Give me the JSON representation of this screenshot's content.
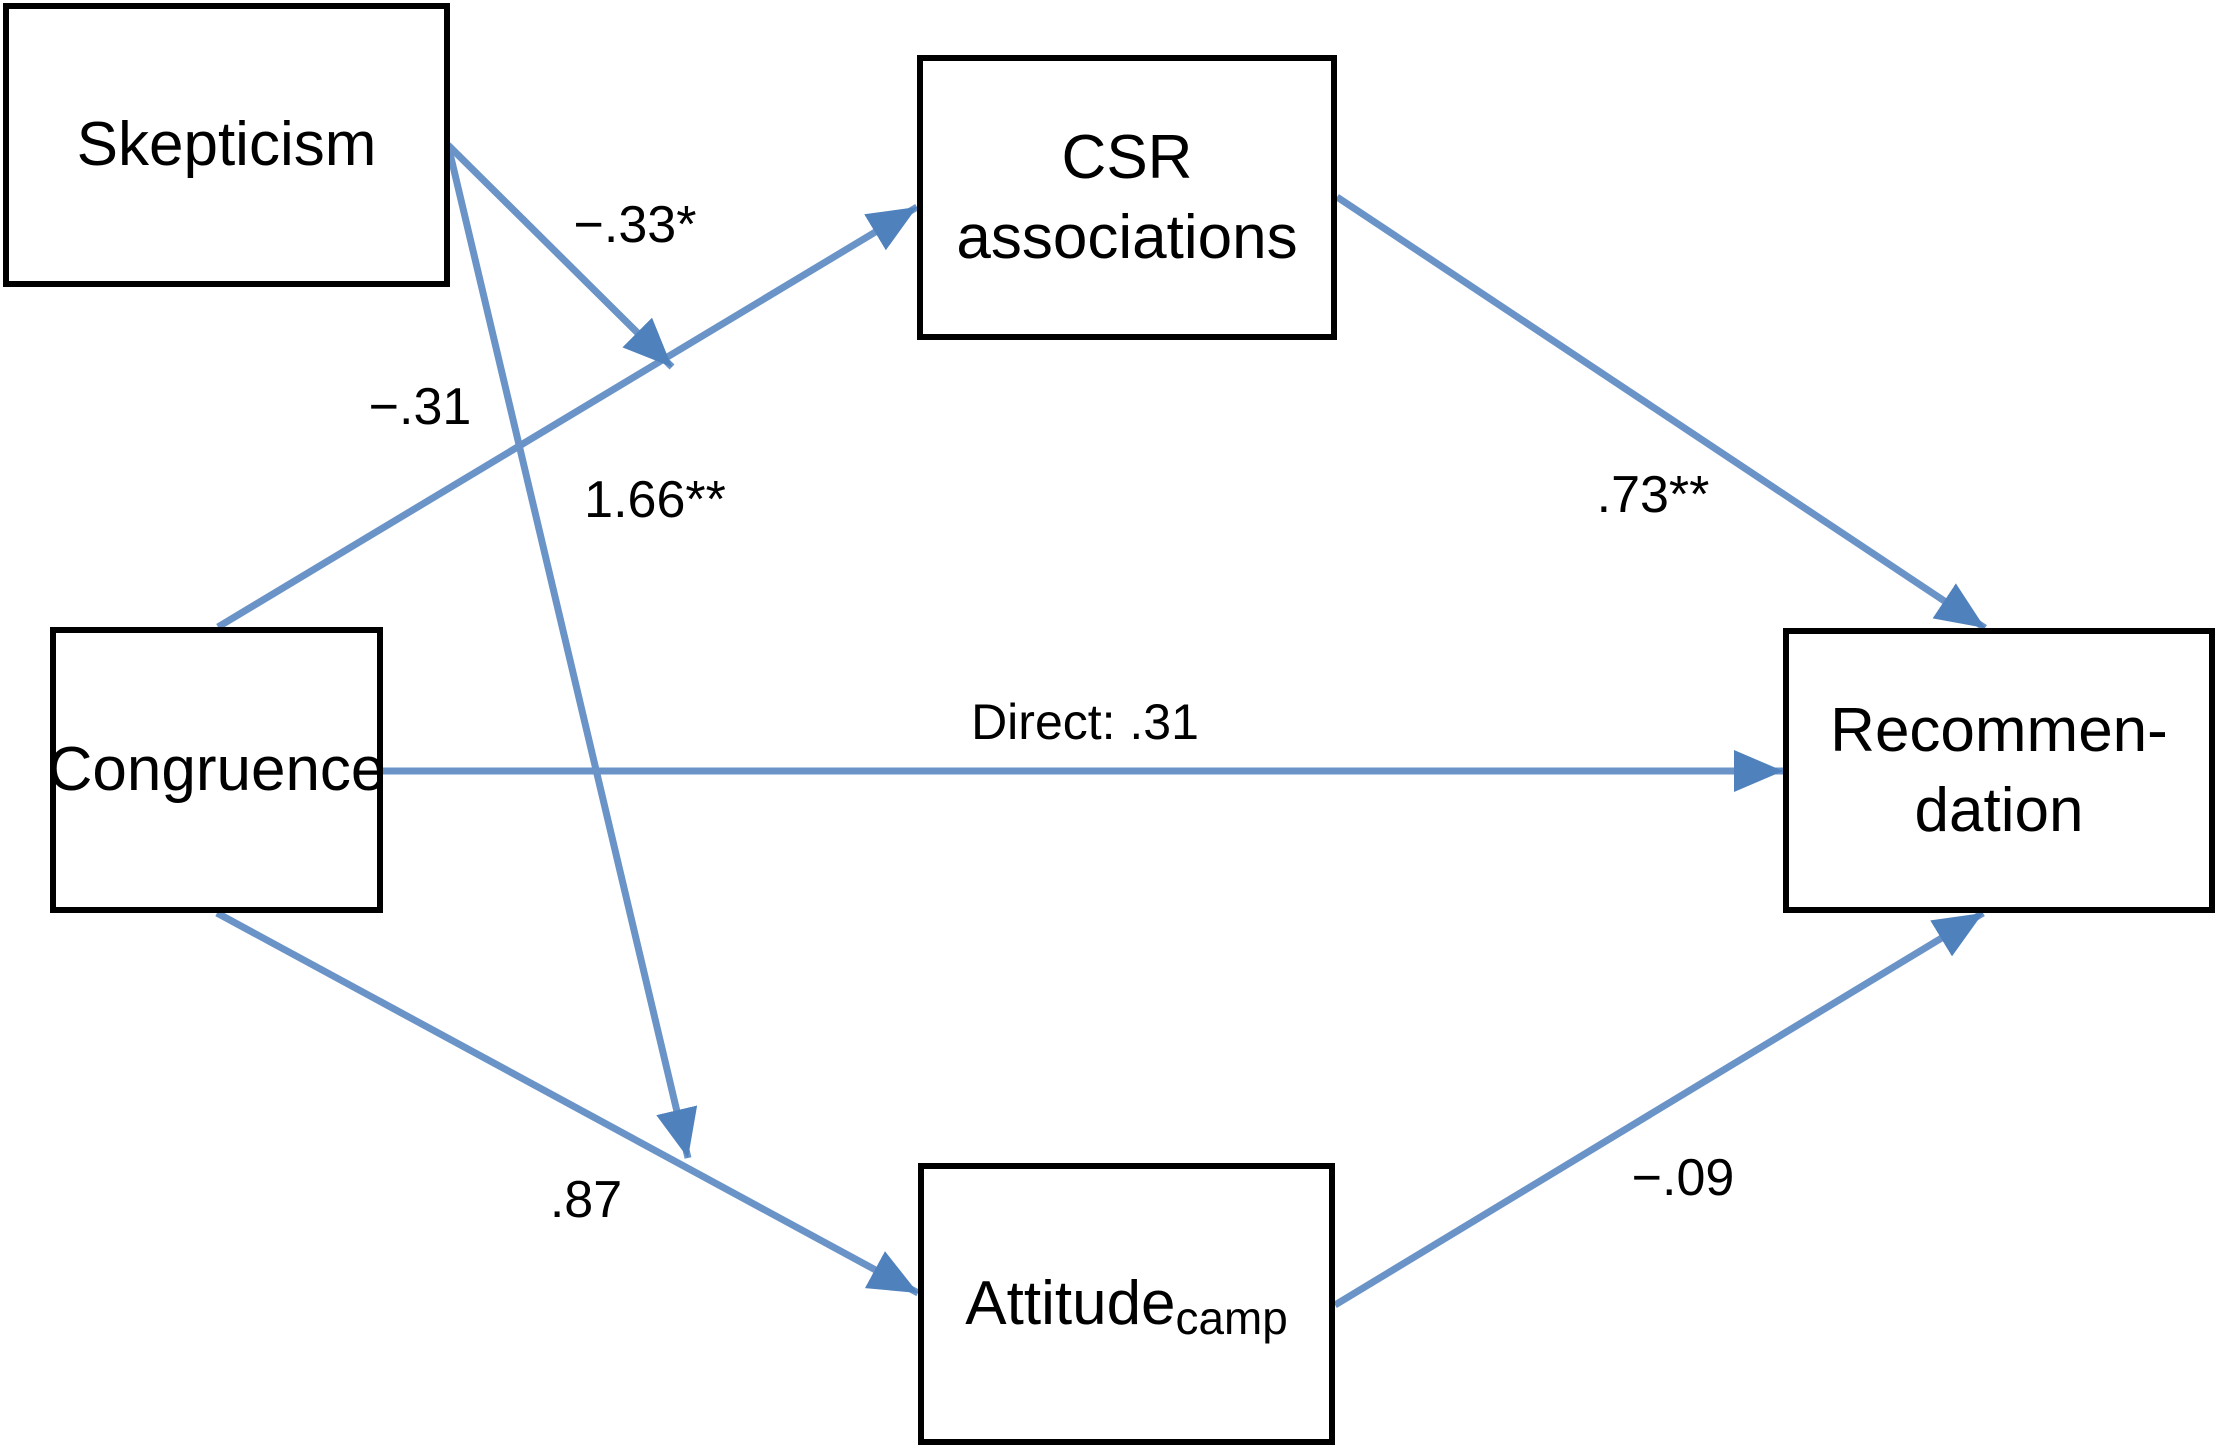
{
  "diagram": {
    "type": "path-model",
    "nodes": {
      "skepticism": {
        "label": "Skepticism"
      },
      "csr": {
        "label_line1": "CSR",
        "label_line2": "associations"
      },
      "congruence": {
        "label": "Congruence"
      },
      "recommendation": {
        "label_line1": "Recommen-",
        "label_line2": "dation"
      },
      "attitude": {
        "label_main": "Attitude",
        "label_sub": "camp"
      }
    },
    "edges": {
      "congruence_to_csr": {
        "label": "1.66**"
      },
      "congruence_to_attitude": {
        "label": ".87"
      },
      "congruence_to_recommendation": {
        "label": "Direct: .31"
      },
      "csr_to_recommendation": {
        "label": ".73**"
      },
      "attitude_to_recommendation": {
        "label": "−.09"
      },
      "skepticism_moderates_csr_path": {
        "label": "−.33*"
      },
      "skepticism_moderates_attitude_path": {
        "label": "−.31"
      }
    },
    "colors": {
      "background": "#ffffff",
      "text": "#000000",
      "box_border": "#000000",
      "arrow_line": "#6a93c7",
      "arrow_head": "#4f81bd"
    }
  }
}
